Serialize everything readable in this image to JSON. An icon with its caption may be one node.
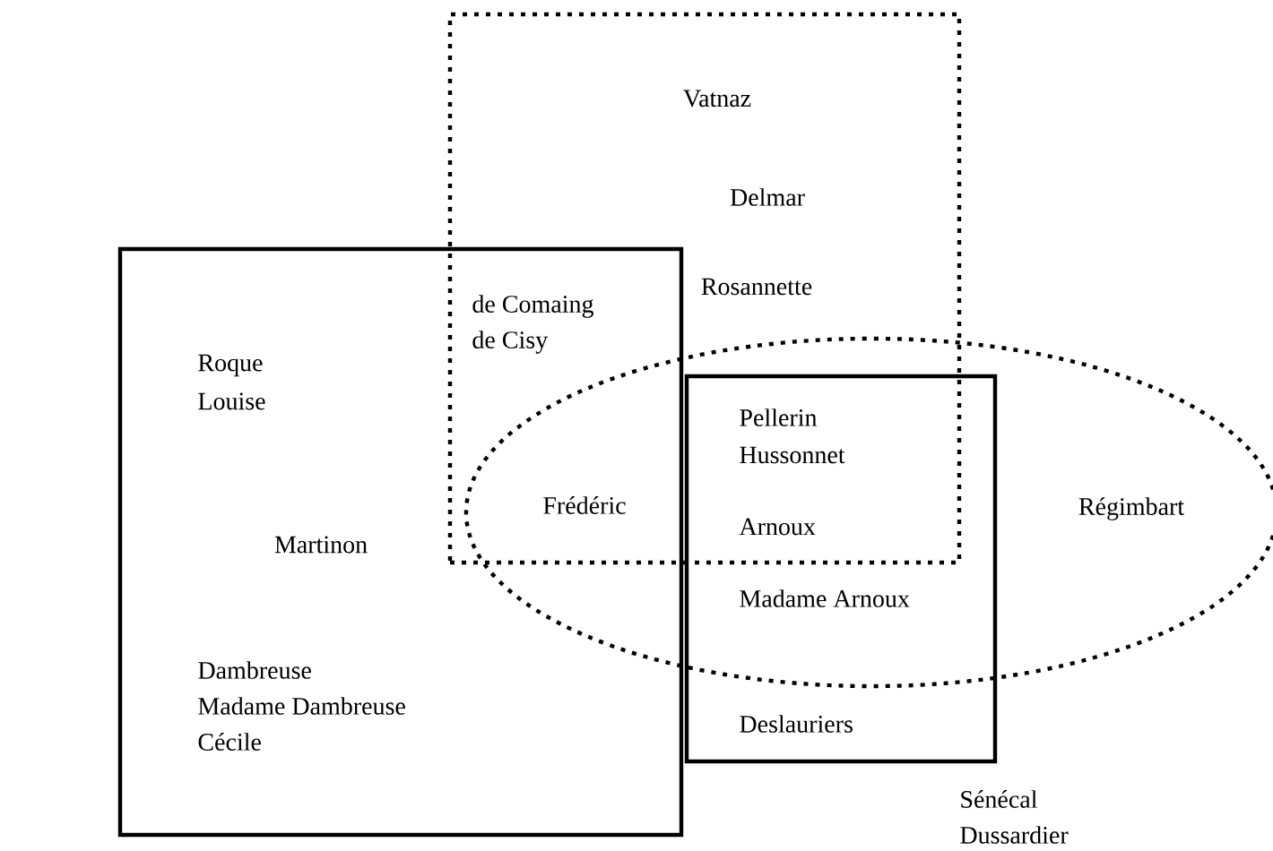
{
  "diagram": {
    "nodes": [
      {
        "text": [],
        "shape": "box"
      },
      {
        "text": [],
        "shape": "box"
      },
      {
        "text": [],
        "shape": "ellipse"
      },
      {
        "text": [],
        "shape": "box"
      }
    ],
    "labels": [
      "Vatnaz",
      "Delmar",
      "Rosannette",
      "de Comaing",
      "de Cisy",
      "Roque",
      "Louise",
      "Pellerin",
      "Hussonnet",
      "Frédéric",
      "Régimbart",
      "Arnoux",
      "Martinon",
      "Madame Arnoux",
      "Dambreuse",
      "Madame Dambreuse",
      "Deslauriers",
      "Cécile",
      "Sénécal",
      "Dussardier"
    ]
  }
}
